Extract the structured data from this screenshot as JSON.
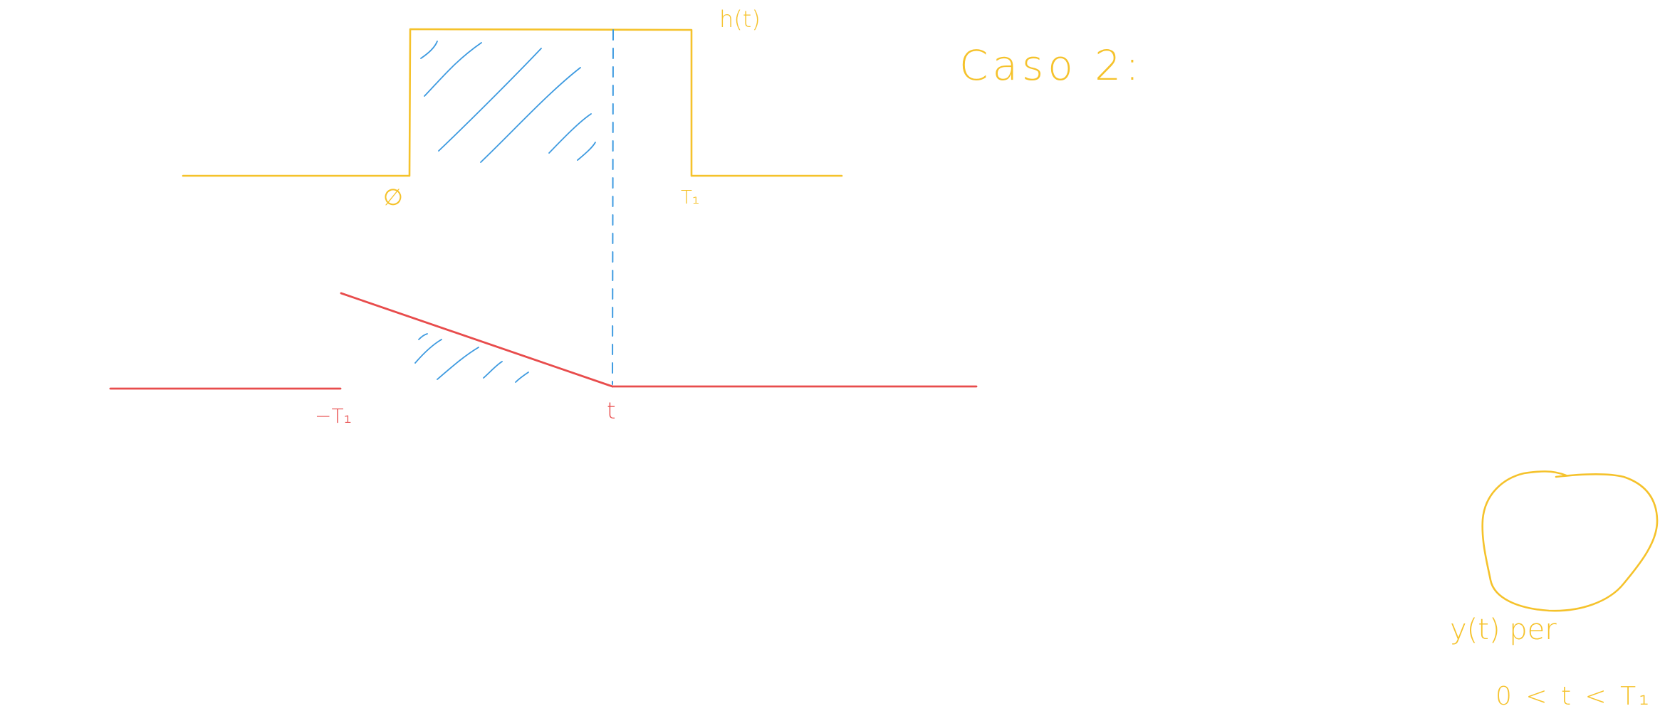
{
  "colors": {
    "yellow": "#f5c22b",
    "red": "#e84c4c",
    "blue": "#3d9ae0",
    "background": "#ffffff"
  },
  "labels": {
    "h_of_t": "h(t)",
    "zero": "∅",
    "t1_top": "T₁",
    "neg_t1": "−T₁",
    "t": "t",
    "caso": "Caso 2:",
    "y_per": "y(t) per",
    "range": "0 < t < T₁"
  }
}
